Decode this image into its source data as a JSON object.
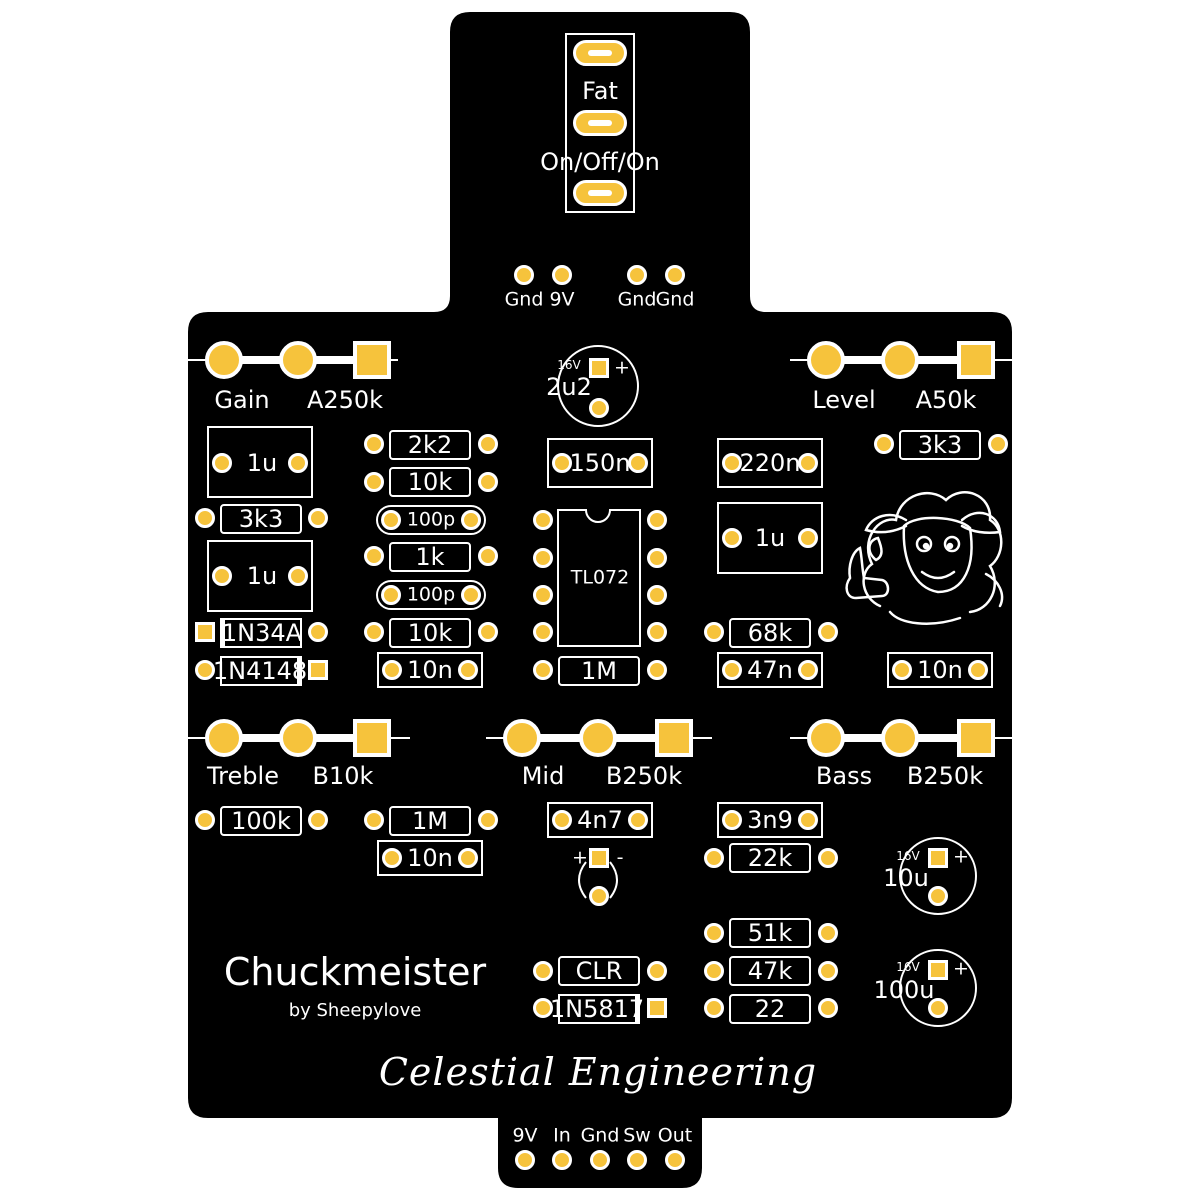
{
  "board_color": "#000000",
  "pad_color": "#f6c33c",
  "silk_color": "#ffffff",
  "switch": {
    "label_fat": "Fat",
    "label_mode": "On/Off/On"
  },
  "top_pads": {
    "gnd_a": "Gnd",
    "v9": "9V",
    "gnd_b": "Gnd",
    "gnd_c": "Gnd"
  },
  "pots": {
    "gain": {
      "name": "Gain",
      "value": "A250k"
    },
    "level": {
      "name": "Level",
      "value": "A50k"
    },
    "treble": {
      "name": "Treble",
      "value": "B10k"
    },
    "mid": {
      "name": "Mid",
      "value": "B250k"
    },
    "bass": {
      "name": "Bass",
      "value": "B250k"
    }
  },
  "caps_electrolytic": {
    "c_top": {
      "voltage": "16V",
      "value": "2u2"
    },
    "c_10u": {
      "voltage": "16V",
      "value": "10u"
    },
    "c_100u": {
      "voltage": "16V",
      "value": "100u"
    }
  },
  "polarity_plus": "+",
  "polarity_minus": "-",
  "components": {
    "r_2k2": "2k2",
    "r_10k_a": "10k",
    "c_100p_a": "100p",
    "r_1k": "1k",
    "c_100p_b": "100p",
    "r_10k_b": "10k",
    "c_10n_a": "10n",
    "c_1u_a": "1u",
    "r_3k3_a": "3k3",
    "c_1u_b": "1u",
    "d_1n34a": "1N34A",
    "d_1n4148": "1N4148",
    "c_150n": "150n",
    "ic": "TL072",
    "r_1m_a": "1M",
    "c_220n": "220n",
    "c_1u_c": "1u",
    "r_68k": "68k",
    "c_47n": "47n",
    "r_3k3_b": "3k3",
    "c_10n_b": "10n",
    "r_100k": "100k",
    "r_1m_b": "1M",
    "c_10n_c": "10n",
    "c_4n7": "4n7",
    "c_3n9": "3n9",
    "r_22k": "22k",
    "r_51k": "51k",
    "r_47k": "47k",
    "r_22": "22",
    "r_clr": "CLR",
    "d_1n5817": "1N5817"
  },
  "title": "Chuckmeister",
  "subtitle": "by Sheepylove",
  "brand": "Celestial Engineering",
  "bottom_pads": {
    "v9": "9V",
    "in": "In",
    "gnd": "Gnd",
    "sw": "Sw",
    "out": "Out"
  },
  "mascot": "sheep-thumbs-up-icon"
}
